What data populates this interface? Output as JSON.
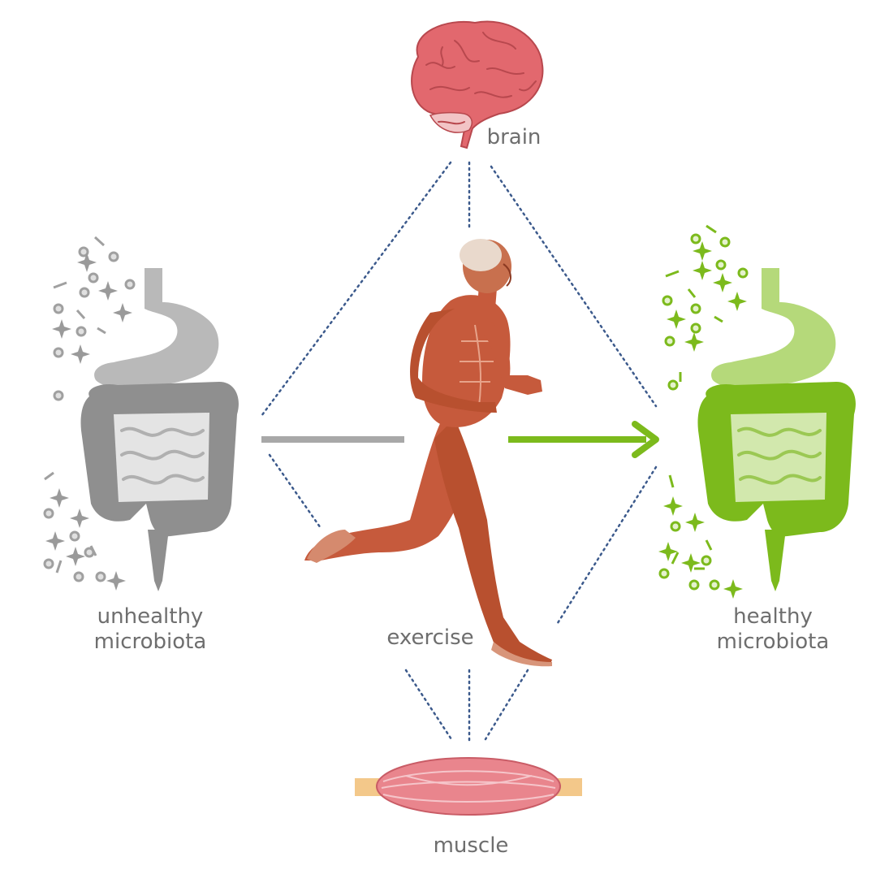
{
  "labels": {
    "brain": "brain",
    "unhealthy_line1": "unhealthy",
    "unhealthy_line2": "microbiota",
    "exercise": "exercise",
    "healthy_line1": "healthy",
    "healthy_line2": "microbiota",
    "muscle": "muscle"
  },
  "colors": {
    "brain": "#e2686e",
    "brain_outline": "#b8484e",
    "unhealthy_gut": "#8f8f8f",
    "unhealthy_stomach": "#b9b9b9",
    "healthy_gut": "#7cba1c",
    "healthy_stomach": "#b5d97a",
    "muscle_body": "#e9858d",
    "muscle_tendon": "#f3c88a",
    "dotted_line": "#3c5a8c",
    "grey_bar": "#a8a8a8",
    "green_arrow": "#7cba1c",
    "runner_skin": "#c65a3c",
    "text": "#6e6e6e"
  },
  "icons": {
    "brain": "brain-icon",
    "unhealthy_gut": "unhealthy-gut-icon",
    "healthy_gut": "healthy-gut-icon",
    "runner": "runner-figure",
    "muscle": "muscle-icon"
  }
}
